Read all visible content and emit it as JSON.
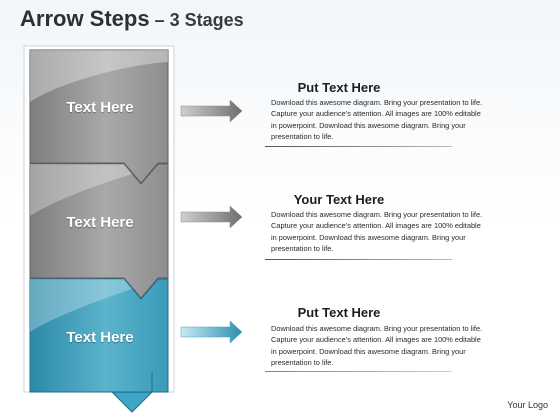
{
  "title": {
    "main": "Arrow Steps",
    "separator": " – ",
    "sub": "3 Stages"
  },
  "stages": [
    {
      "label": "Text Here",
      "heading": "Put Text Here",
      "body": "Download this awesome diagram. Bring your presentation to life. Capture your audience’s attention. All images are 100% editable in powerpoint. Download this awesome diagram. Bring your presentation to life.",
      "color": "#8a8a8a"
    },
    {
      "label": "Text Here",
      "heading": "Your Text Here",
      "body": "Download this awesome diagram. Bring your presentation to life. Capture your audience’s attention. All images are 100% editable in powerpoint. Download this awesome diagram. Bring your presentation to life.",
      "color": "#8a8a8a"
    },
    {
      "label": "Text Here",
      "heading": "Put Text Here",
      "body": "Download this awesome diagram. Bring your presentation to life. Capture your audience’s attention. All images are 100% editable in powerpoint. Download this awesome diagram. Bring your presentation to life.",
      "color": "#3a9ab8"
    }
  ],
  "logo": "Your Logo"
}
